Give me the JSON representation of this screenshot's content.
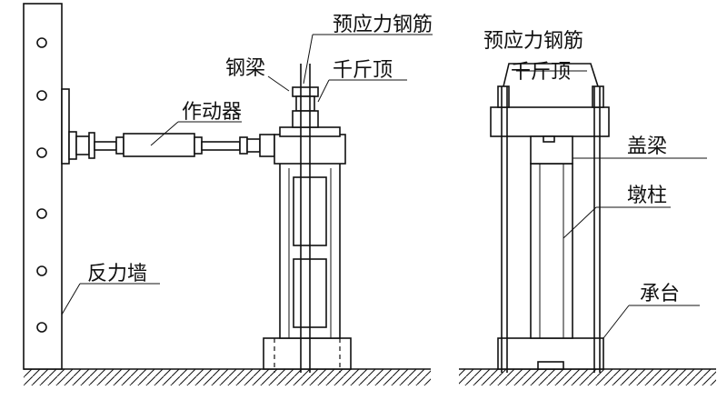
{
  "labels": {
    "prestress_bar_left": "预应力钢筋",
    "steel_beam": "钢梁",
    "jack_left": "千斤顶",
    "actuator": "作动器",
    "reaction_wall": "反力墙",
    "prestress_bar_right": "预应力钢筋",
    "jack_right": "千斤顶",
    "cap_beam": "盖梁",
    "pier_column": "墩柱",
    "pile_cap": "承台"
  }
}
